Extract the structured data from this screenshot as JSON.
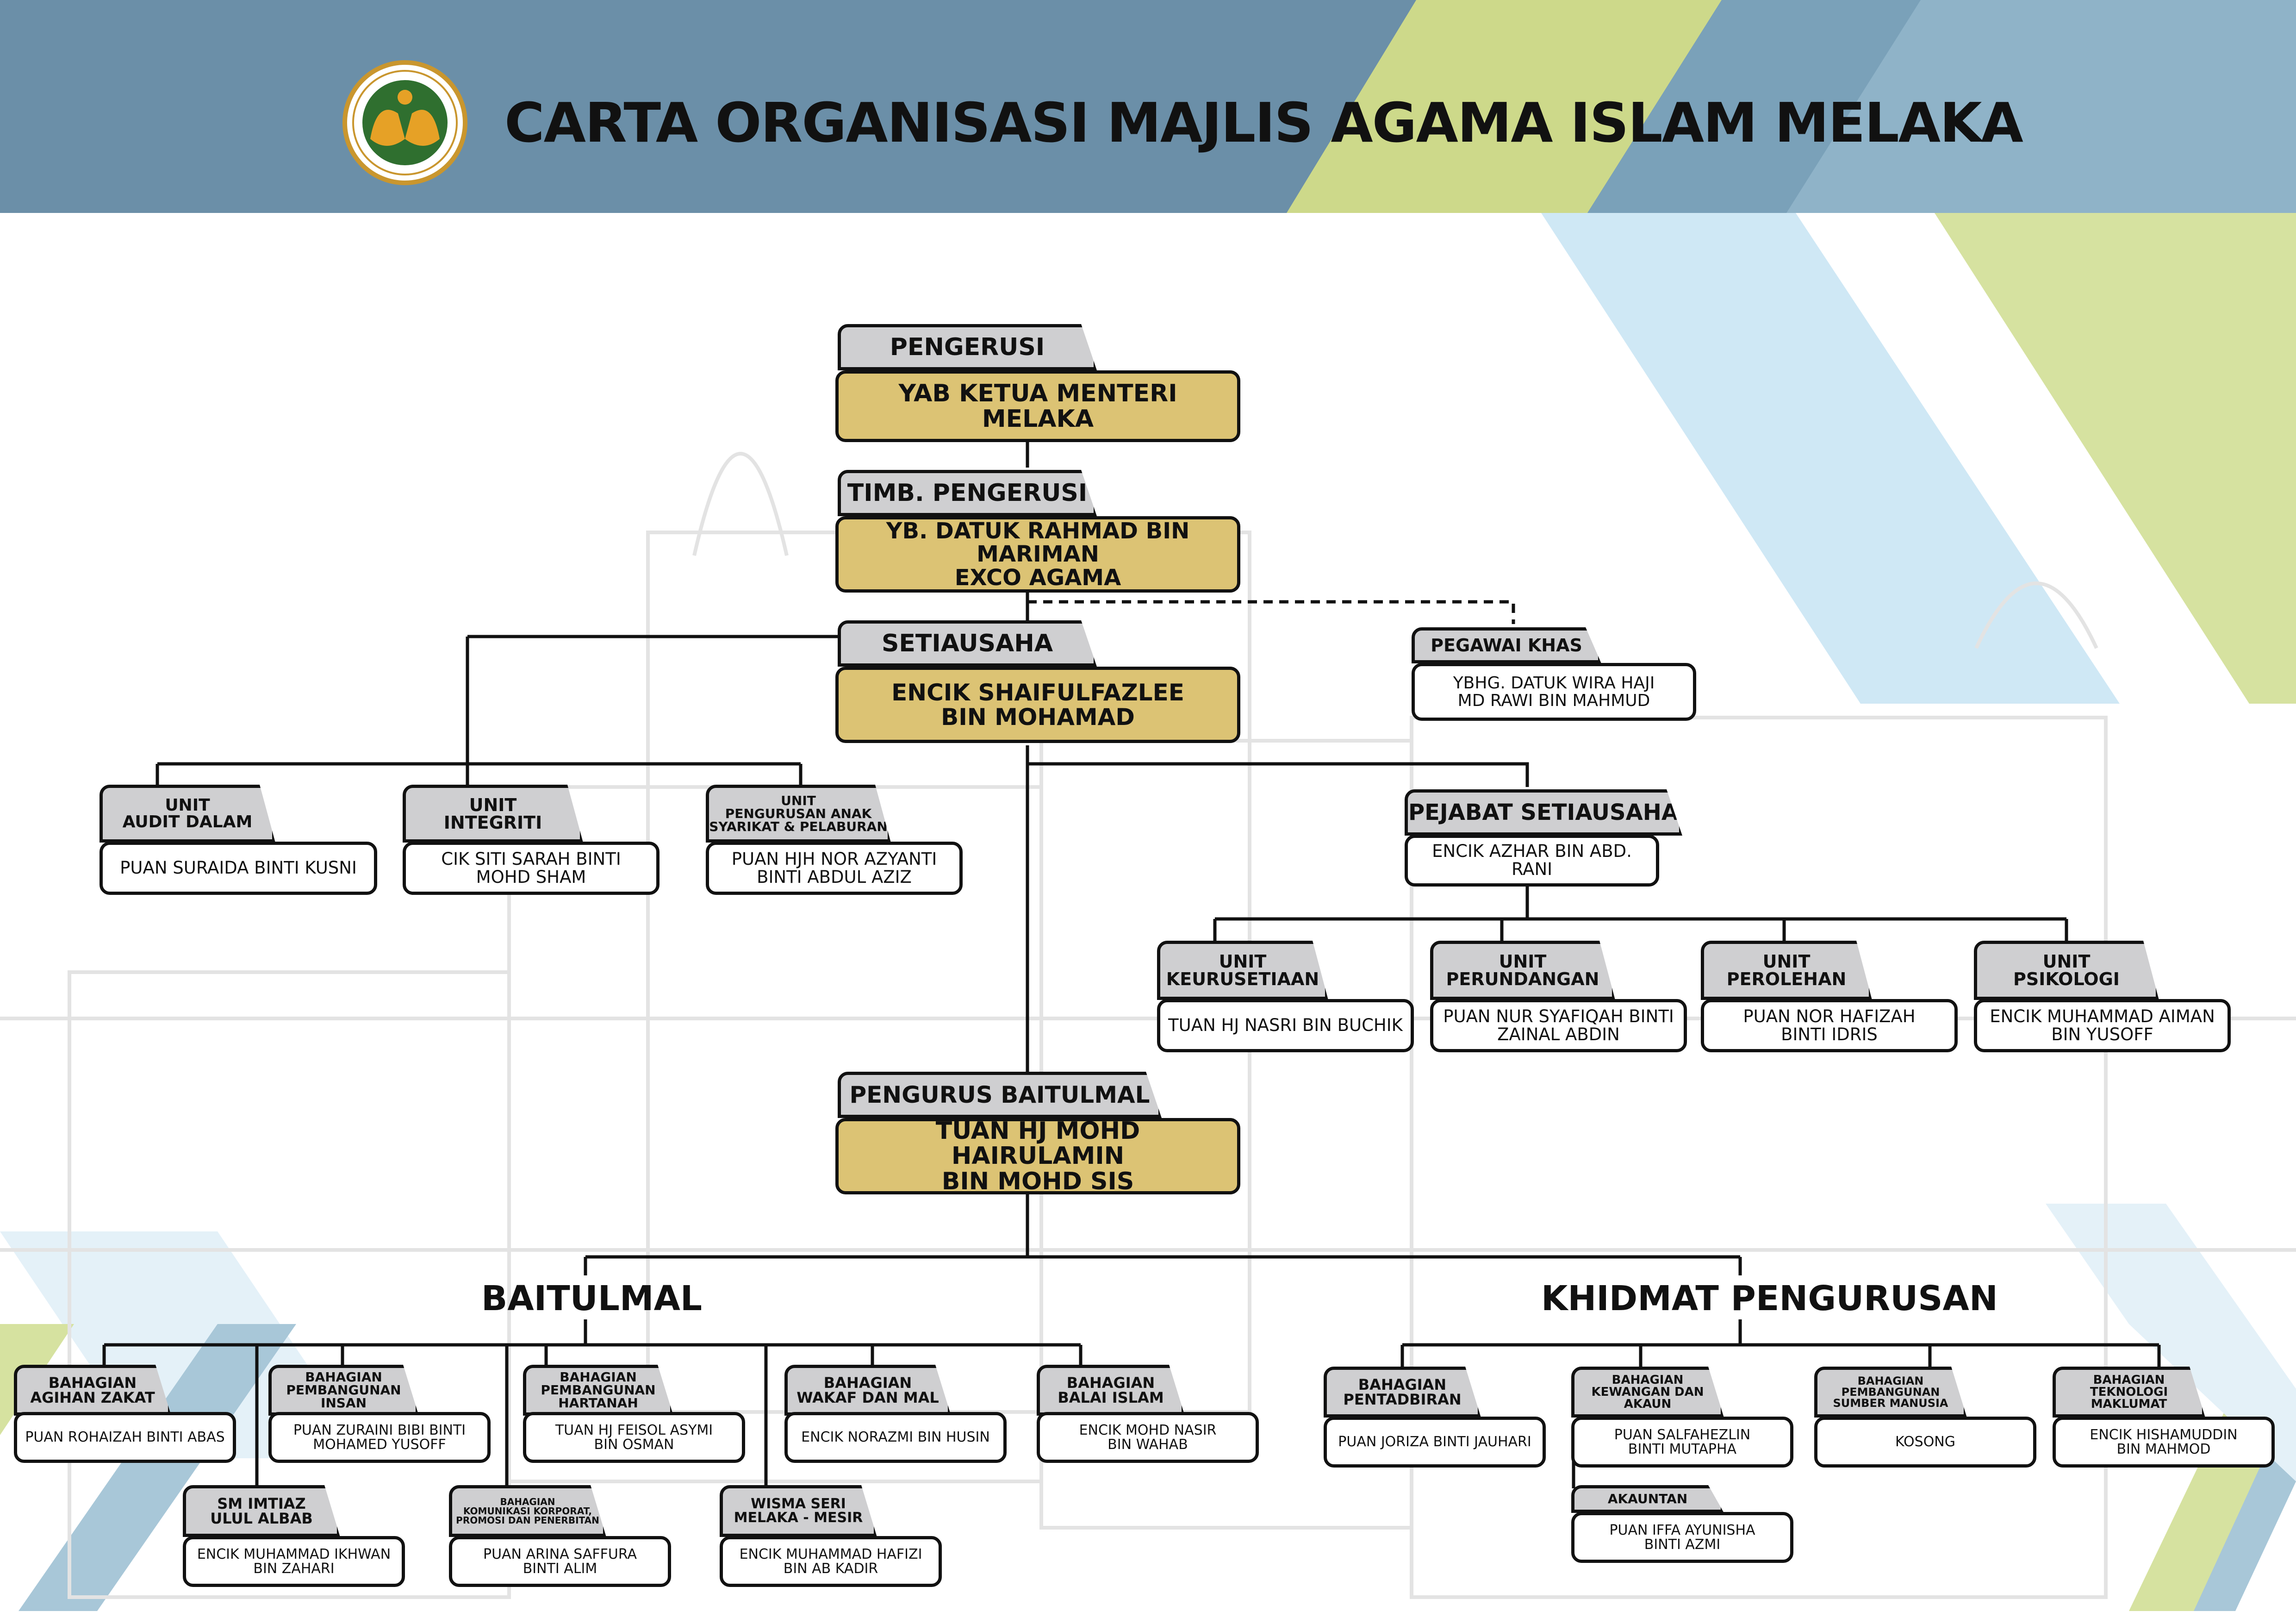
{
  "header": {
    "title": "CARTA ORGANISASI MAJLIS AGAMA ISLAM MELAKA",
    "logo_icon": "majlis-agama-islam-melaka-seal-icon",
    "logo_text": "MAJLIS AGAMA ISLAM MELAKA"
  },
  "colors": {
    "header_bg": "#6b8fa8",
    "accent_green": "#cdd98a",
    "accent_blue": "#8fb3c8",
    "accent_light_blue": "#cfe8f5",
    "box_gold": "#dcc374",
    "label_grey": "#cfcfd1"
  },
  "org": {
    "pengerusi": {
      "label": "PENGERUSI",
      "name": "YAB KETUA MENTERI MELAKA"
    },
    "timb_pengerusi": {
      "label": "TIMB. PENGERUSI",
      "name": "YB. DATUK RAHMAD BIN MARIMAN\nEXCO AGAMA"
    },
    "setiausaha": {
      "label": "SETIAUSAHA",
      "name": "ENCIK SHAIFULFAZLEE\nBIN MOHAMAD"
    },
    "pegawai_khas": {
      "label": "PEGAWAI KHAS",
      "name": "YBHG. DATUK WIRA HAJI\nMD RAWI BIN MAHMUD"
    },
    "unit_audit": {
      "label": "UNIT\nAUDIT DALAM",
      "name": "PUAN SURAIDA BINTI KUSNI"
    },
    "unit_integriti": {
      "label": "UNIT\nINTEGRITI",
      "name": "CIK SITI SARAH BINTI\nMOHD SHAM"
    },
    "unit_pengurusan": {
      "label": "UNIT\nPENGURUSAN ANAK\nSYARIKAT & PELABURAN",
      "name": "PUAN HJH NOR AZYANTI\nBINTI ABDUL AZIZ"
    },
    "pejabat_setiausaha": {
      "label": "PEJABAT SETIAUSAHA",
      "name": "ENCIK AZHAR BIN ABD. RANI"
    },
    "unit_keurusetiaan": {
      "label": "UNIT\nKEURUSETIAAN",
      "name": "TUAN HJ NASRI BIN BUCHIK"
    },
    "unit_perundangan": {
      "label": "UNIT\nPERUNDANGAN",
      "name": "PUAN NUR SYAFIQAH BINTI\nZAINAL ABDIN"
    },
    "unit_perolehan": {
      "label": "UNIT\nPEROLEHAN",
      "name": "PUAN NOR HAFIZAH\nBINTI IDRIS"
    },
    "unit_psikologi": {
      "label": "UNIT\nPSIKOLOGI",
      "name": "ENCIK MUHAMMAD AIMAN\nBIN YUSOFF"
    },
    "pengurus_baitulmal": {
      "label": "PENGURUS BAITULMAL",
      "name": "TUAN HJ MOHD HAIRULAMIN\nBIN MOHD SIS"
    },
    "section_baitulmal": "BAITULMAL",
    "section_khidmat": "KHIDMAT PENGURUSAN",
    "bhg_agihan": {
      "label": "BAHAGIAN\nAGIHAN ZAKAT",
      "name": "PUAN ROHAIZAH BINTI ABAS"
    },
    "bhg_insan": {
      "label": "BAHAGIAN\nPEMBANGUNAN\nINSAN",
      "name": "PUAN ZURAINI BIBI BINTI\nMOHAMED YUSOFF"
    },
    "bhg_hartanah": {
      "label": "BAHAGIAN\nPEMBANGUNAN\nHARTANAH",
      "name": "TUAN HJ FEISOL ASYMI\nBIN OSMAN"
    },
    "bhg_wakaf": {
      "label": "BAHAGIAN\nWAKAF DAN MAL",
      "name": "ENCIK NORAZMI BIN HUSIN"
    },
    "bhg_balai": {
      "label": "BAHAGIAN\nBALAI ISLAM",
      "name": "ENCIK MOHD NASIR\nBIN WAHAB"
    },
    "sm_imtiaz": {
      "label": "SM IMTIAZ\nULUL ALBAB",
      "name": "ENCIK MUHAMMAD IKHWAN\nBIN ZAHARI"
    },
    "bhg_komunikasi": {
      "label": "BAHAGIAN\nKOMUNIKASI KORPORAT,\nPROMOSI DAN PENERBITAN",
      "name": "PUAN ARINA SAFFURA\nBINTI ALIM"
    },
    "wisma": {
      "label": "WISMA SERI\nMELAKA - MESIR",
      "name": "ENCIK MUHAMMAD HAFIZI\nBIN AB KADIR"
    },
    "bhg_pentadbiran": {
      "label": "BAHAGIAN\nPENTADBIRAN",
      "name": "PUAN JORIZA BINTI JAUHARI"
    },
    "bhg_kewangan": {
      "label": "BAHAGIAN\nKEWANGAN DAN\nAKAUN",
      "name": "PUAN SALFAHEZLIN\nBINTI MUTAPHA"
    },
    "akauntan": {
      "label": "AKAUNTAN",
      "name": "PUAN IFFA AYUNISHA\nBINTI AZMI"
    },
    "bhg_sumber": {
      "label": "BAHAGIAN\nPEMBANGUNAN\nSUMBER MANUSIA",
      "name": "KOSONG"
    },
    "bhg_tmk": {
      "label": "BAHAGIAN\nTEKNOLOGI\nMAKLUMAT",
      "name": "ENCIK HISHAMUDDIN\nBIN MAHMOD"
    }
  }
}
